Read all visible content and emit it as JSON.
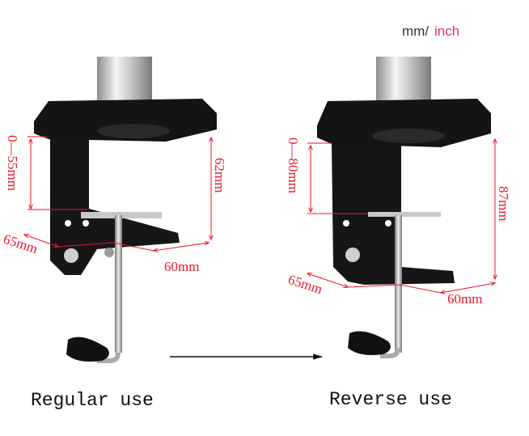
{
  "unit_label": {
    "mm": "mm/",
    "inch": "inch"
  },
  "colors": {
    "dimension": "#e8182a",
    "inch": "#e0306a",
    "clamp": "#141414"
  },
  "regular": {
    "caption": "Regular use",
    "gap": "0—55mm",
    "height": "62mm",
    "depth": "65mm",
    "width": "60mm"
  },
  "reverse": {
    "caption": "Reverse use",
    "gap": "0—80mm",
    "height": "87mm",
    "depth": "65mm",
    "width": "60mm"
  }
}
